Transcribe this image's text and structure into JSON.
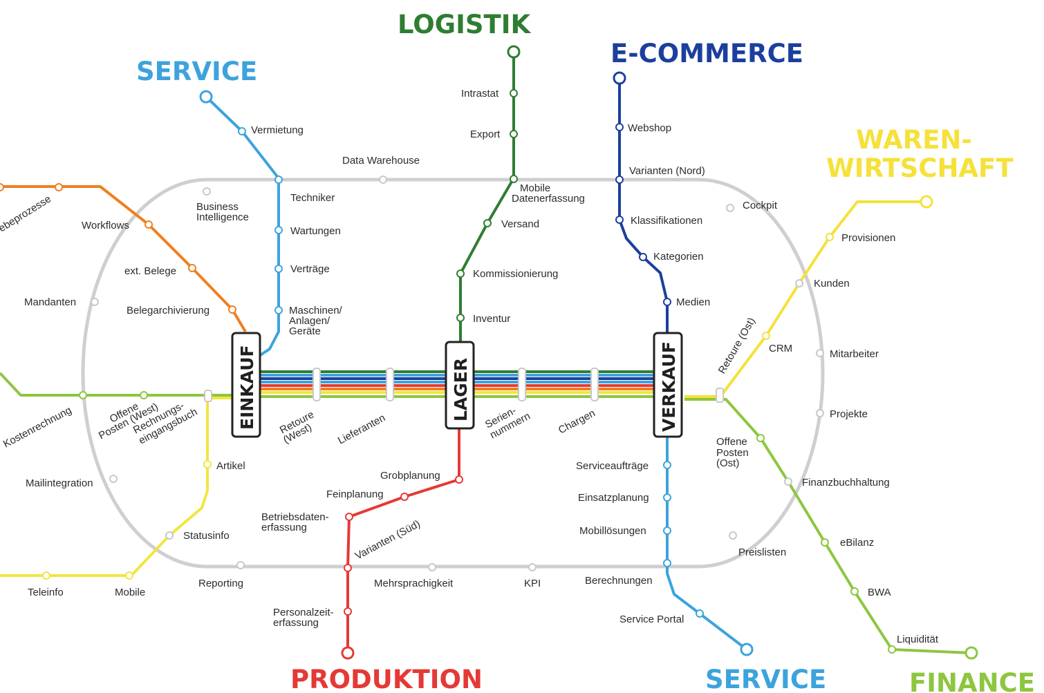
{
  "colors": {
    "service": "#3ca3dd",
    "logistik": "#2e7d32",
    "ecommerce": "#1c3f9e",
    "warenwirtschaft": "#f5e13a",
    "produktion": "#e53935",
    "finance": "#8dc63f",
    "orange": "#f07f1f",
    "ring": "#cfcfcf",
    "yellow": "#f2e541"
  },
  "titles": {
    "service_top": "SERVICE",
    "logistik": "LOGISTIK",
    "ecommerce": "E-COMMERCE",
    "waren_1": "WAREN-",
    "waren_2": "WIRTSCHAFT",
    "produktion": "PRODUKTION",
    "service_bottom": "SERVICE",
    "finance": "FINANCE"
  },
  "hubs": {
    "einkauf": "EINKAUF",
    "lager": "LAGER",
    "verkauf": "VERKAUF"
  },
  "stations": {
    "vermietung": "Vermietung",
    "techniker": "Techniker",
    "wartungen": "Wartungen",
    "vertraege": "Verträge",
    "maschinen_1": "Maschinen/",
    "maschinen_2": "Anlagen/",
    "maschinen_3": "Geräte",
    "data_warehouse": "Data Warehouse",
    "bi_1": "Business",
    "bi_2": "Intelligence",
    "intrastat": "Intrastat",
    "export": "Export",
    "mobile_daten_1": "Mobile",
    "mobile_daten_2": "Datenerfassung",
    "versand": "Versand",
    "kommissionierung": "Kommissionierung",
    "inventur": "Inventur",
    "webshop": "Webshop",
    "varianten_nord": "Varianten (Nord)",
    "klassifikationen": "Klassifikationen",
    "kategorien": "Kategorien",
    "medien": "Medien",
    "cockpit": "Cockpit",
    "provisionen": "Provisionen",
    "kunden": "Kunden",
    "crm": "CRM",
    "retoure_ost": "Retoure (Ost)",
    "mitarbeiter": "Mitarbeiter",
    "projekte": "Projekte",
    "offene_ost_1": "Offene",
    "offene_ost_2": "Posten",
    "offene_ost_3": "(Ost)",
    "finanzbuchhaltung": "Finanzbuchhaltung",
    "ebilanz": "eBilanz",
    "bwa": "BWA",
    "liquiditaet": "Liquidität",
    "preislisten": "Preislisten",
    "serviceauftraege": "Serviceaufträge",
    "einsatzplanung": "Einsatzplanung",
    "mobilloesungen": "Mobillösungen",
    "berechnungen": "Berechnungen",
    "service_portal": "Service Portal",
    "kpi": "KPI",
    "mehrsprachigkeit": "Mehrsprachigkeit",
    "varianten_sued": "Varianten (Süd)",
    "grobplanung": "Grobplanung",
    "feinplanung": "Feinplanung",
    "bde_1": "Betriebsdaten-",
    "bde_2": "erfassung",
    "pze_1": "Personalzeit-",
    "pze_2": "erfassung",
    "reporting": "Reporting",
    "statusinfo": "Statusinfo",
    "mobile": "Mobile",
    "teleinfo": "Teleinfo",
    "artikel": "Artikel",
    "mailintegration": "Mailintegration",
    "kostenrechnung": "Kostenrechnung",
    "offene_west_1": "Offene",
    "offene_west_2": "Posten (West)",
    "rechnung_1": "Rechnungs-",
    "rechnung_2": "eingangsbuch",
    "mandanten": "Mandanten",
    "workflows": "Workflows",
    "ext_belege": "ext. Belege",
    "belegarchivierung": "Belegarchivierung",
    "belegprozesse": "ebeprozesse",
    "retoure_west_1": "Retoure",
    "retoure_west_2": "(West)",
    "lieferanten": "Lieferanten",
    "seriennummern_1": "Serien-",
    "seriennummern_2": "nummern",
    "chargen": "Chargen"
  }
}
